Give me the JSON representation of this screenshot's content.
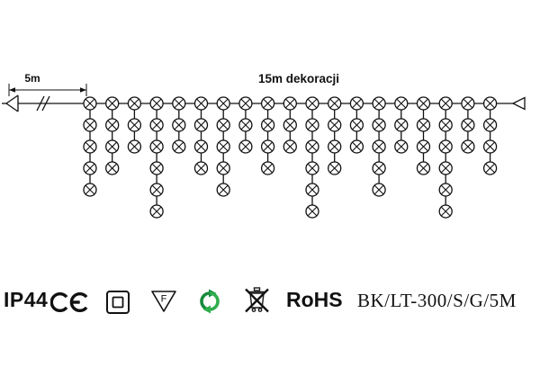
{
  "diagram": {
    "lead_dimension_label": "5m",
    "decoration_label": "15m dekoracji",
    "drop_lamp_counts": [
      4,
      3,
      2,
      5,
      2,
      3,
      4,
      2,
      3,
      2,
      5,
      3,
      2,
      4,
      2,
      3,
      5,
      2,
      3
    ]
  },
  "footer": {
    "ip_rating": "IP44",
    "f_label": "F",
    "rohs_label": "RoHS",
    "model": "BK/LT-300/S/G/5M",
    "icons": {
      "ce": "ce-mark",
      "insulation": "double-insulation-class2-square",
      "f": "f-in-triangle",
      "recycle": "green-recycling-arrows",
      "weee": "crossed-out-wheelie-bin"
    }
  },
  "colors": {
    "ink": "#111111",
    "recycle_green_dark": "#168a3c",
    "recycle_green_light": "#2fae4e"
  }
}
